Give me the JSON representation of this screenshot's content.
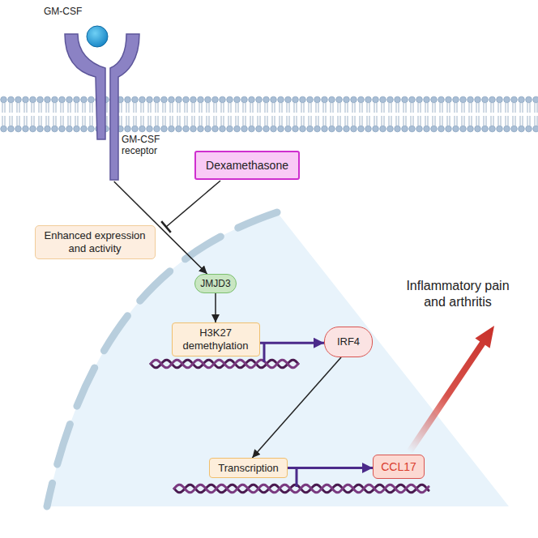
{
  "diagram": {
    "nodes": [
      {
        "text": [
          "GM-CSF"
        ]
      },
      {
        "text": [
          "GM-CSF receptor"
        ]
      },
      {
        "text": [
          "Dexamethasone"
        ]
      },
      {
        "text": [
          "Enhanced expression and activity"
        ]
      },
      {
        "text": [
          "JMJD3"
        ]
      },
      {
        "text": [
          "H3K27 demethylation"
        ]
      },
      {
        "text": [
          "IRF4"
        ]
      },
      {
        "text": [
          "Transcription"
        ]
      },
      {
        "text": [
          "CCL17"
        ]
      }
    ],
    "edges": [
      {
        "from": 1,
        "to": 4,
        "arrow": "to"
      },
      {
        "from": 4,
        "to": 5,
        "arrow": "to"
      },
      {
        "from": 5,
        "to": 6,
        "arrow": "to"
      },
      {
        "from": 6,
        "to": 7,
        "arrow": "to"
      },
      {
        "from": 7,
        "to": 8,
        "arrow": "to"
      }
    ],
    "labels": [
      "Inflammatory pain and arthritis"
    ]
  }
}
